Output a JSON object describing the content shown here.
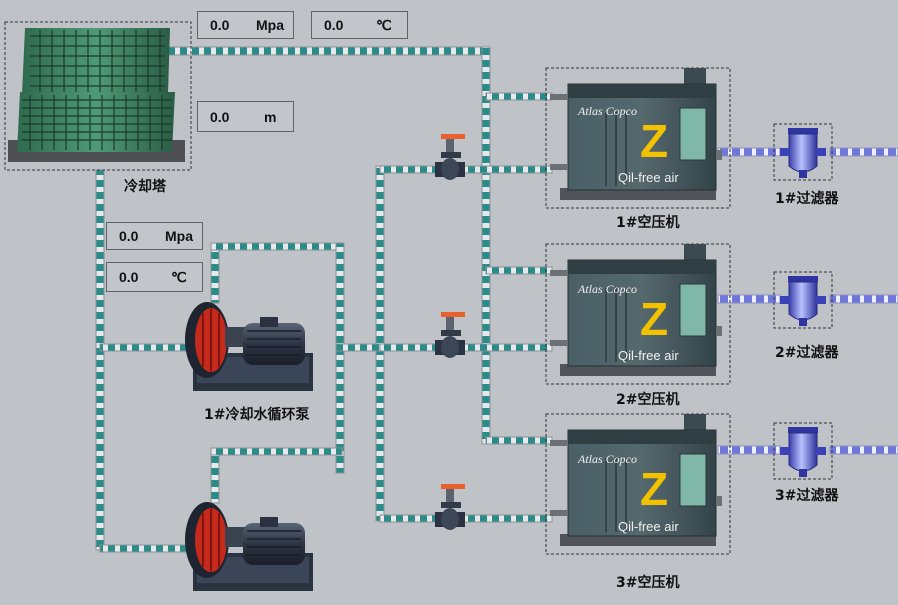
{
  "tower": {
    "label": "冷却塔",
    "pressure": {
      "value": "0.0",
      "unit": "Mpa"
    },
    "temperature": {
      "value": "0.0",
      "unit": "℃"
    },
    "level": {
      "value": "0.0",
      "unit": "m"
    }
  },
  "pump_station": {
    "pressure": {
      "value": "0.0",
      "unit": "Mpa"
    },
    "temperature": {
      "value": "0.0",
      "unit": "℃"
    }
  },
  "pumps": [
    {
      "label": "1#冷却水循环泵"
    },
    {
      "label": ""
    }
  ],
  "compressors": [
    {
      "label": "1#空压机",
      "brand": "Atlas Copco",
      "badge": "Z",
      "model": "Qil-free air"
    },
    {
      "label": "2#空压机",
      "brand": "Atlas Copco",
      "badge": "Z",
      "model": "Qil-free air"
    },
    {
      "label": "3#空压机",
      "brand": "Atlas Copco",
      "badge": "Z",
      "model": "Qil-free air"
    }
  ],
  "filters": [
    {
      "label": "1#过滤器"
    },
    {
      "label": "2#过滤器"
    },
    {
      "label": "3#过滤器"
    }
  ],
  "colors": {
    "background": "#bfc3c8",
    "water_pipe_fill": "#2a8c88",
    "air_pipe_fill": "#7b84d8",
    "compressor_body": "#3f5358",
    "badge": "#f2c200",
    "pump_red": "#c62a1c",
    "valve_handle": "#e8612c"
  }
}
